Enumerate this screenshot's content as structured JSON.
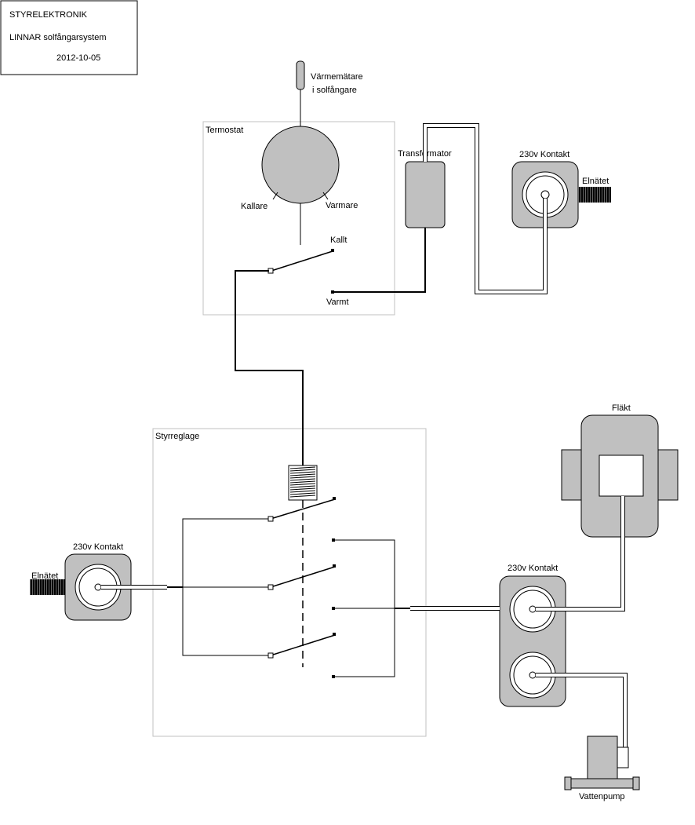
{
  "title_block": {
    "line1": "STYRELEKTRONIK",
    "line2": "LINNAR solfångarsystem",
    "date": "2012-10-05"
  },
  "sensor": {
    "label_line1": "Värmemätare",
    "label_line2": "i solfångare"
  },
  "thermostat": {
    "title": "Termostat",
    "left_label": "Kallare",
    "right_label": "Varmare",
    "contact_cold": "Kallt",
    "contact_warm": "Varmt"
  },
  "transformer": {
    "label": "Transformator"
  },
  "outlet_top": {
    "label": "230v Kontakt",
    "mains_label": "Elnätet"
  },
  "control": {
    "title": "Styrreglage"
  },
  "outlet_left": {
    "label": "230v Kontakt",
    "mains_label": "Elnätet"
  },
  "outlet_right": {
    "label": "230v Kontakt"
  },
  "fan": {
    "label": "Fläkt"
  },
  "pump": {
    "label": "Vattenpump"
  }
}
